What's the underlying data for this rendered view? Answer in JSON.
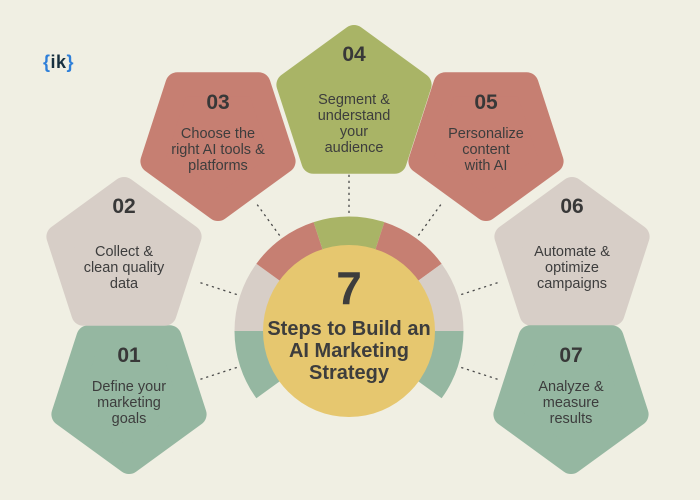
{
  "logo": {
    "open": "{",
    "text": "ik",
    "close": "}"
  },
  "center": {
    "number": "7",
    "title": "Steps to Build an\nAI Marketing\nStrategy"
  },
  "steps": [
    {
      "id": "01",
      "label": "Define your\nmarketing\ngoals",
      "color": "#95b7a1"
    },
    {
      "id": "02",
      "label": "Collect &\nclean quality\ndata",
      "color": "#d7cec7"
    },
    {
      "id": "03",
      "label": "Choose the\nright AI tools &\nplatforms",
      "color": "#c67f72"
    },
    {
      "id": "04",
      "label": "Segment &\nunderstand\nyour\naudience",
      "color": "#a9b466"
    },
    {
      "id": "05",
      "label": "Personalize\ncontent\nwith AI",
      "color": "#c67f72"
    },
    {
      "id": "06",
      "label": "Automate &\noptimize\ncampaigns",
      "color": "#d7cec7"
    },
    {
      "id": "07",
      "label": "Analyze &\nmeasure\nresults",
      "color": "#95b7a1"
    }
  ],
  "palette": {
    "background": "#f0efe3",
    "center_circle": "#e6c76f",
    "text": "#3d3d3d",
    "dotted_line": "#4a4a4a",
    "logo_brace": "#2e7fd9",
    "logo_text": "#17303f"
  }
}
